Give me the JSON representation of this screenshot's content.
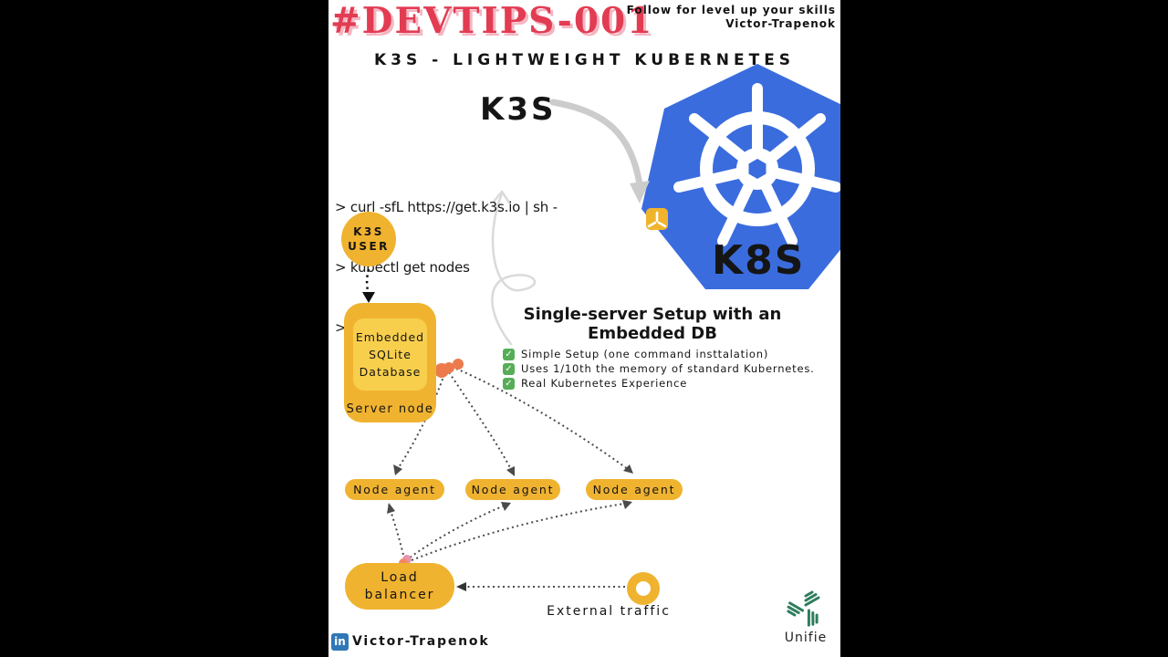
{
  "header": {
    "title": "#DEVTIPS-001",
    "follow_line1": "Follow for level up your skills",
    "follow_line2": "Victor-Trapenok",
    "subtitle": "K3S - LIGHTWEIGHT KUBERNETES"
  },
  "diagram": {
    "k3s_label": "K3S",
    "k8s_label": "K8S",
    "code_lines": [
      "> curl -sfL https://get.k3s.io | sh -",
      "> kubectl get nodes",
      "> ..."
    ],
    "user_node": {
      "line1": "K3S",
      "line2": "USER"
    },
    "server_box": {
      "db_line1": "Embedded",
      "db_line2": "SQLite",
      "db_line3": "Database",
      "caption": "Server node"
    },
    "setup": {
      "heading_line1": "Single-server Setup with an",
      "heading_line2": "Embedded DB",
      "items": [
        "Simple Setup (one command insttalation)",
        "Uses 1/10th the memory of standard Kubernetes.",
        "Real Kubernetes Experience"
      ]
    },
    "node_agents": [
      "Node agent",
      "Node agent",
      "Node agent"
    ],
    "load_balancer": {
      "line1": "Load",
      "line2": "balancer"
    },
    "external_traffic_label": "External traffic"
  },
  "footer": {
    "linkedin_name": "Victor-Trapenok",
    "brand": "Unifie"
  },
  "icons": {
    "check_glyph": "✓",
    "linkedin_glyph": "in"
  },
  "colors": {
    "accent_red": "#E23C53",
    "accent_red_shadow": "#F4B6C2",
    "brand_yellow": "#F0B330",
    "brand_yellow_light": "#F8CF4D",
    "kubernetes_blue": "#3A6CDE",
    "check_green": "#56AD57",
    "linkedin_blue": "#3077B5",
    "unifie_green": "#2E7D5C",
    "arrow_gray": "#CCCCCC",
    "dot_orange": "#ED7A4D"
  }
}
